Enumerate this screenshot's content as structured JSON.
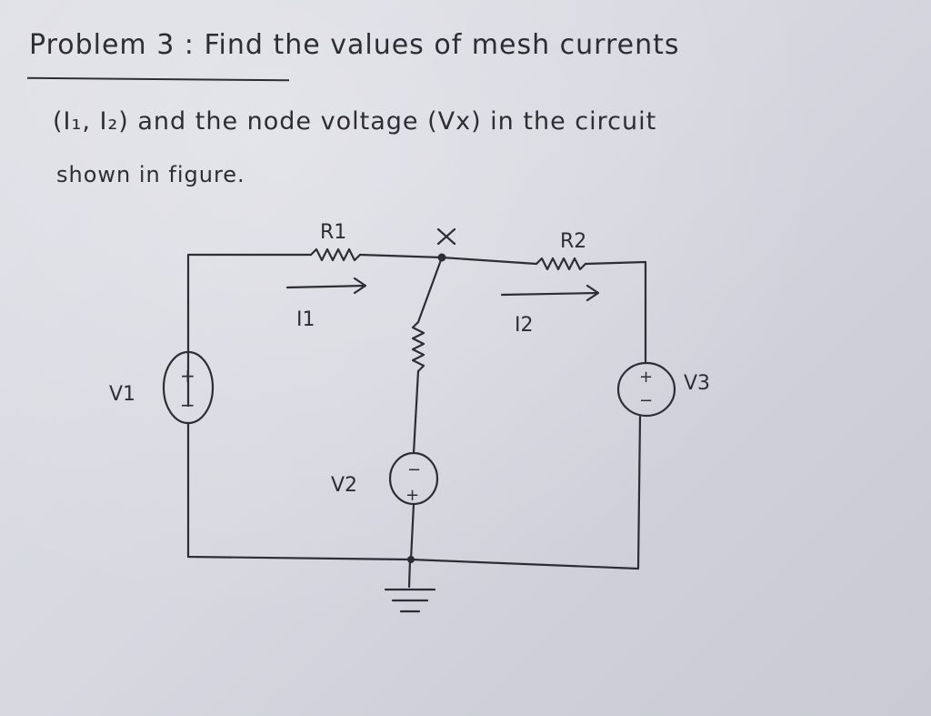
{
  "problem": {
    "title": "Problem 3 : Find the values of mesh currents",
    "line2": "(I₁, I₂) and the node voltage (Vx) in the circuit",
    "line3": "shown in figure."
  },
  "circuit": {
    "resistor_1_label": "R1",
    "resistor_2_label": "R2",
    "node_label": "X",
    "current_1_label": "I1",
    "current_2_label": "I2",
    "source_1_label": "V1",
    "source_2_label": "V2",
    "source_3_label": "V3",
    "plus_sign": "+",
    "minus_sign": "−"
  }
}
